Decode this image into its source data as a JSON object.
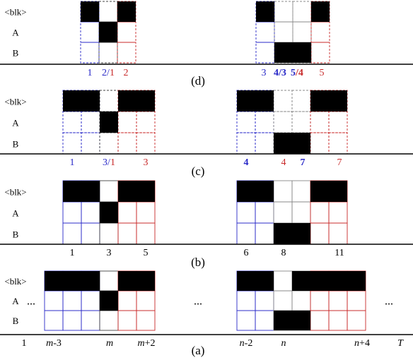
{
  "row_labels": [
    "<blk>",
    "A",
    "B"
  ],
  "colors": {
    "blue": "#2a2ac8",
    "red": "#c82a2a",
    "gray": "#888888",
    "black": "#000000",
    "grid_light_blue": "#9aa0ee",
    "grid_light_red": "#ee9a9a"
  },
  "panels": {
    "d": {
      "caption": "(d)",
      "left_labels": [
        {
          "text": "1",
          "color": "blue"
        },
        {
          "text": "2/",
          "color": "blue",
          "sub": "1",
          "sub_color": "red"
        },
        {
          "text": "2",
          "color": "red"
        }
      ],
      "right_labels": [
        {
          "text": "3",
          "color": "blue"
        },
        {
          "text": "4",
          "color": "blue",
          "sub": "/3",
          "sub_color": "blue"
        },
        {
          "text": "5",
          "color": "blue",
          "sub": "/4",
          "sub_color": "red"
        },
        {
          "text": "5",
          "color": "red"
        }
      ]
    },
    "c": {
      "caption": "(c)",
      "left_labels": [
        {
          "text": "1",
          "color": "blue"
        },
        {
          "text": "3/",
          "color": "blue",
          "sub": "1",
          "sub_color": "red"
        },
        {
          "text": "3",
          "color": "red"
        }
      ],
      "right_labels": [
        {
          "text": "4",
          "color": "blue"
        },
        {
          "text": "4",
          "color": "red"
        },
        {
          "text": "7",
          "color": "blue"
        },
        {
          "text": "7",
          "color": "red"
        }
      ]
    },
    "b": {
      "caption": "(b)",
      "left_labels": [
        {
          "text": "1",
          "color": "black"
        },
        {
          "text": "3",
          "color": "black"
        },
        {
          "text": "5",
          "color": "black"
        }
      ],
      "right_labels": [
        {
          "text": "6",
          "color": "black"
        },
        {
          "text": "8",
          "color": "black"
        },
        {
          "text": "11",
          "color": "black"
        }
      ]
    },
    "a": {
      "caption": "(a)",
      "ellipsis": "...",
      "axis_labels": [
        "1",
        "m-3",
        "m",
        "m+2",
        "n-2",
        "n",
        "n+4",
        "T"
      ]
    }
  }
}
